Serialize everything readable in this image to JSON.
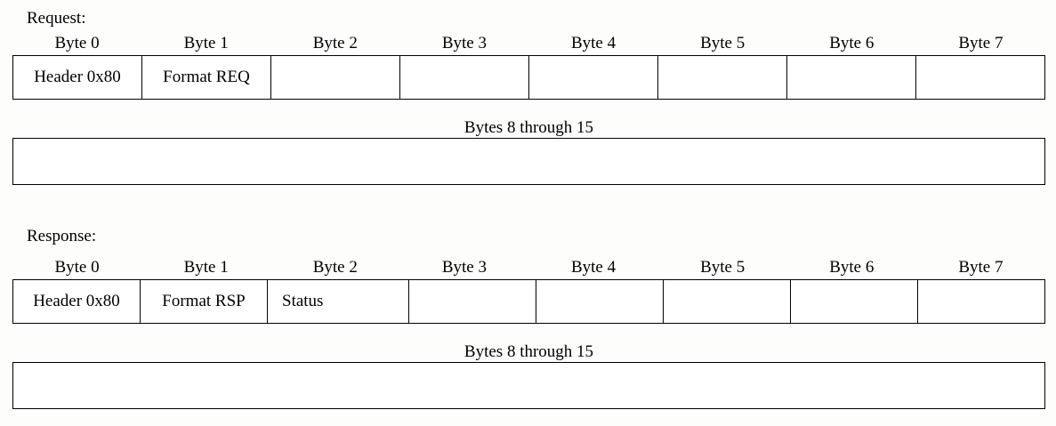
{
  "page": {
    "background_color": "#fdfdfb",
    "line_color": "#000000",
    "text_color": "#000000"
  },
  "sections": [
    {
      "label": "Request:",
      "byte_headers": [
        "Byte 0",
        "Byte 1",
        "Byte 2",
        "Byte 3",
        "Byte 4",
        "Byte 5",
        "Byte 6",
        "Byte 7"
      ],
      "byte_cells": [
        {
          "text": "Header 0x80",
          "align": "center"
        },
        {
          "text": "Format REQ",
          "align": "center"
        },
        {
          "text": "",
          "align": "center"
        },
        {
          "text": "",
          "align": "center"
        },
        {
          "text": "",
          "align": "center"
        },
        {
          "text": "",
          "align": "center"
        },
        {
          "text": "",
          "align": "center"
        },
        {
          "text": "",
          "align": "center"
        }
      ],
      "extended": {
        "label": "Bytes 8 through 15",
        "value": ""
      }
    },
    {
      "label": "Response:",
      "byte_headers": [
        "Byte 0",
        "Byte 1",
        "Byte 2",
        "Byte 3",
        "Byte 4",
        "Byte 5",
        "Byte 6",
        "Byte 7"
      ],
      "byte_cells": [
        {
          "text": "Header 0x80",
          "align": "center"
        },
        {
          "text": "Format RSP",
          "align": "center"
        },
        {
          "text": "Status",
          "align": "left"
        },
        {
          "text": "",
          "align": "center"
        },
        {
          "text": "",
          "align": "center"
        },
        {
          "text": "",
          "align": "center"
        },
        {
          "text": "",
          "align": "center"
        },
        {
          "text": "",
          "align": "center"
        }
      ],
      "extended": {
        "label": "Bytes 8 through 15",
        "value": ""
      }
    }
  ]
}
